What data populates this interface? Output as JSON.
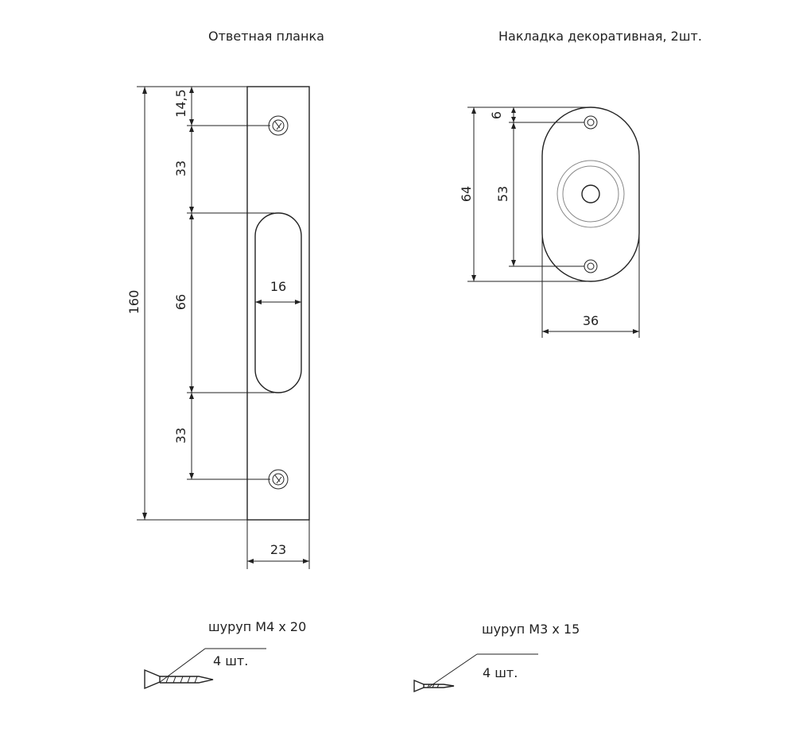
{
  "titles": {
    "strike_plate": "Ответная планка",
    "escutcheon": "Накладка декоративная, 2шт."
  },
  "strike_plate_dims": {
    "top_offset": "14,5",
    "hole_to_slot_top": "33",
    "slot_length": "66",
    "slot_to_hole_bottom": "33",
    "total_height": "160",
    "slot_width": "16",
    "plate_width": "23"
  },
  "escutcheon_dims": {
    "top_offset": "6",
    "hole_spacing": "53",
    "total_height": "64",
    "width": "36"
  },
  "screws": {
    "large": {
      "label": "шуруп М4 x 20",
      "qty": "4 шт."
    },
    "small": {
      "label": "шуруп М3 x 15",
      "qty": "4 шт."
    }
  }
}
